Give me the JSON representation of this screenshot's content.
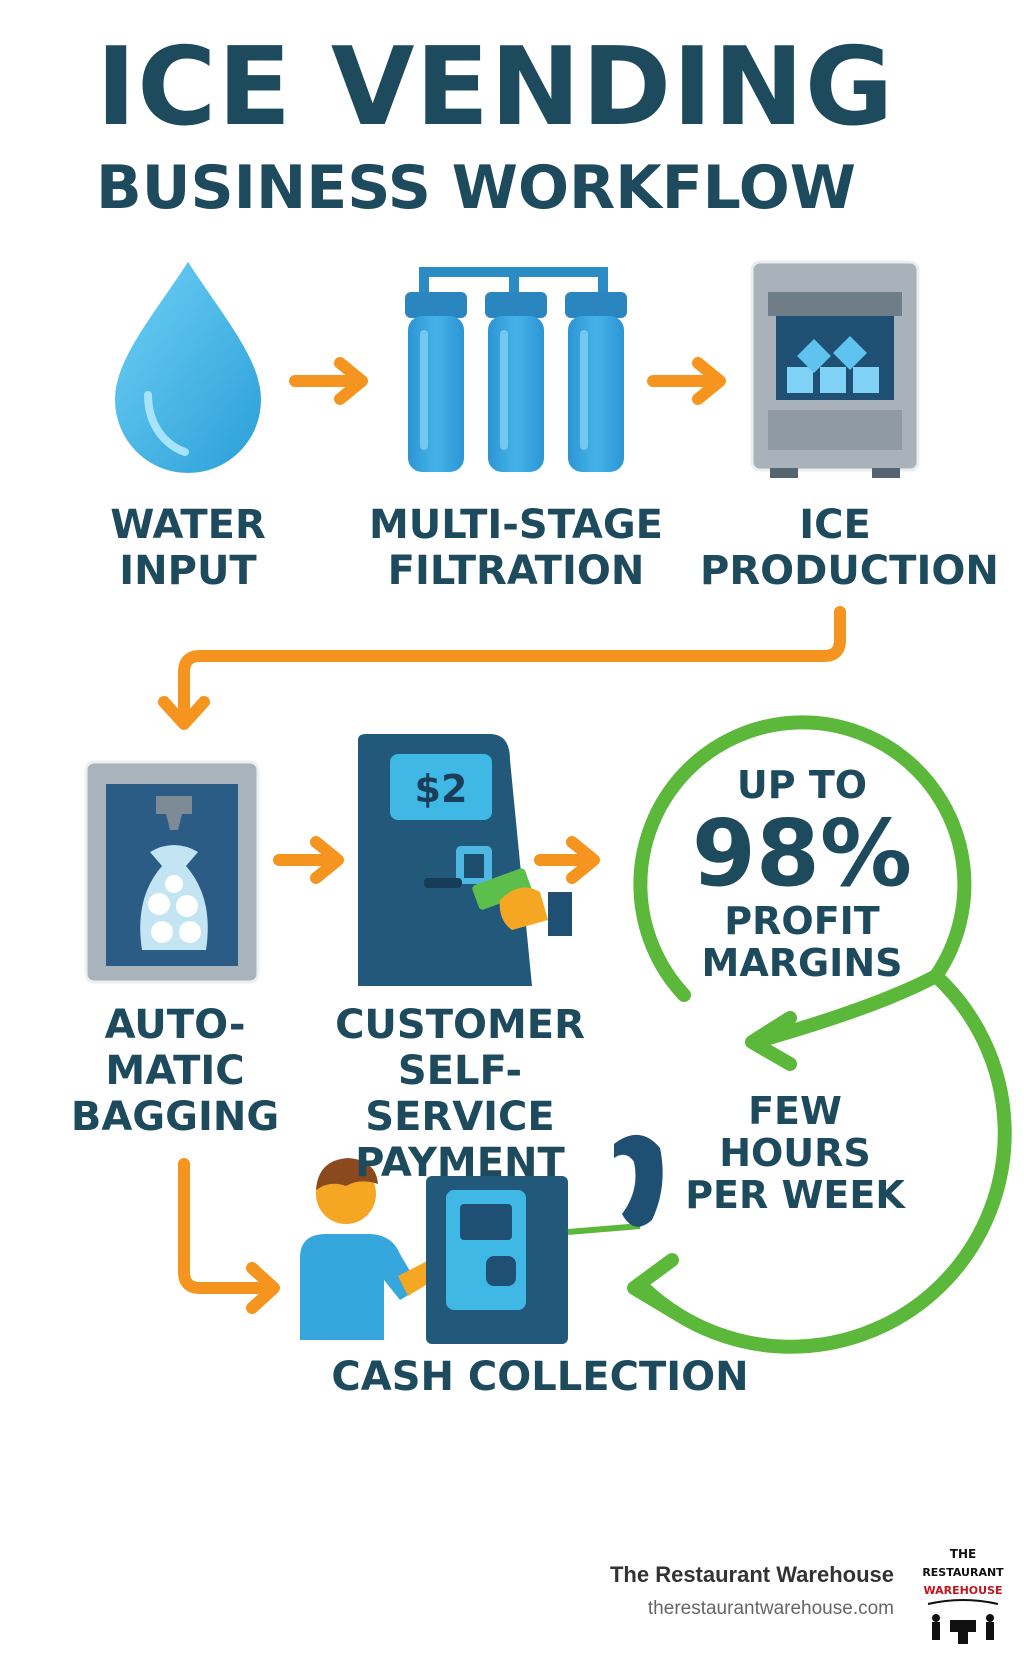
{
  "title": {
    "line1": "ICE VENDING",
    "line2": "BUSINESS WORKFLOW"
  },
  "steps": {
    "water_input": "WATER\nINPUT",
    "filtration": "MULTI-STAGE\nFILTRATION",
    "ice_production": "ICE\nPRODUCTION",
    "bagging": "AUTO-\nMATIC\nBAGGING",
    "payment": "CUSTOMER\nSELF-SERVICE\nPAYMENT",
    "cash_collection": "CASH COLLECTION"
  },
  "kiosk_price": "$2",
  "stats": {
    "profit_prefix": "UP TO",
    "profit_value": "98%",
    "profit_suffix": "PROFIT\nMARGINS",
    "time": "FEW\nHOURS\nPER WEEK"
  },
  "footer": {
    "brand": "The Restaurant Warehouse",
    "url": "therestaurantwarehouse.com",
    "logo_text_top": "THE",
    "logo_text_mid": "RESTAURANT",
    "logo_text_bottom": "WAREHOUSE"
  },
  "colors": {
    "title": "#1d4a5c",
    "water": "#3bb0e6",
    "arrow_orange": "#f5941e",
    "cycle_green": "#5cb83a",
    "machine_dark": "#22597a"
  },
  "icons": [
    "water-drop-icon",
    "filter-icon",
    "ice-machine-icon",
    "bagging-machine-icon",
    "kiosk-icon",
    "cash-collection-icon",
    "arrow-right-icon",
    "cycle-icon"
  ]
}
